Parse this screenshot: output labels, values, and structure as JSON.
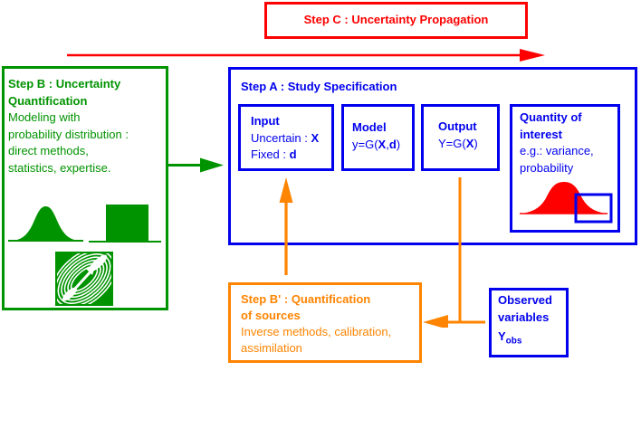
{
  "colors": {
    "red": "#ff0000",
    "green": "#009300",
    "blue": "#0000ee",
    "orange": "#ff8400"
  },
  "step_c_box": {
    "title": "Step C : Uncertainty Propagation"
  },
  "step_b_box": {
    "title": [
      "Step B : Uncertainty",
      "Quantification"
    ],
    "body": [
      "Modeling with",
      "probability distribution :",
      "direct methods,",
      "statistics, expertise."
    ]
  },
  "step_a_box": {
    "title": "Step A : Study Specification",
    "input_box": {
      "title": "Input",
      "uncertain_label": "Uncertain : ",
      "uncertain_var": "X",
      "fixed_label": "Fixed : ",
      "fixed_var": "d"
    },
    "model_box": {
      "title": "Model",
      "formula_pre": "y=G(",
      "formula_x": "X",
      "formula_comma": ",",
      "formula_d": "d",
      "formula_close": ")"
    },
    "output_box": {
      "title": "Output",
      "formula_pre": "Y=G(",
      "formula_x": "X",
      "formula_close": ")"
    },
    "quantity_box": {
      "title": [
        "Quantity of",
        "interest"
      ],
      "body": [
        "e.g.: variance,",
        "probability"
      ]
    }
  },
  "step_b_prime_box": {
    "title": [
      "Step B' : Quantification",
      "of sources"
    ],
    "body": [
      "Inverse methods, calibration,",
      "assimilation"
    ]
  },
  "observed_box": {
    "title": [
      "Observed",
      "variables"
    ],
    "var": "Y",
    "var_subscript": "obs"
  },
  "icons": {
    "gaussian": "gaussian-distribution-icon",
    "uniform": "uniform-distribution-icon",
    "dependence": "dependence-contour-arrow-icon",
    "tail_probability": "tail-probability-icon"
  }
}
